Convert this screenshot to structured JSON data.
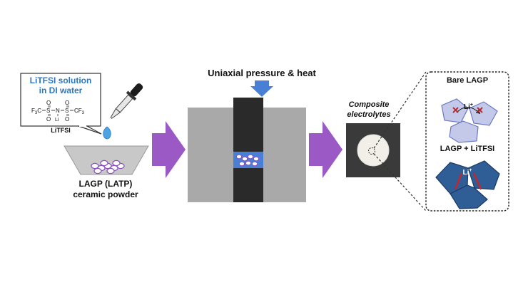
{
  "solution_box": {
    "line1": "LiTFSI solution",
    "line2": "in DI water",
    "formula": {
      "left": "F",
      "left_sub": "3",
      "left_c": "C",
      "s": "S",
      "n": "N",
      "li": "Li",
      "right_c": "C",
      "right_f": "F",
      "right_sub": "3",
      "o": "O"
    },
    "name": "LiTFSI"
  },
  "powder": {
    "line1": "LAGP (LATP)",
    "line2": "ceramic powder"
  },
  "press": {
    "title": "Uniaxial pressure & heat"
  },
  "sample": {
    "line1": "Composite",
    "line2": "electrolytes"
  },
  "inset": {
    "top_title": "Bare LAGP",
    "bottom_title": "LAGP + LiTFSI",
    "li_label": "Li",
    "li_charge": "+"
  },
  "colors": {
    "arrow_purple": "#9b59c6",
    "press_gray": "#a9a9a9",
    "press_dark": "#2a2a2a",
    "blue_accent": "#4a7fd6",
    "grain_top": "#c4c9ea",
    "grain_bottom": "#2f5d96",
    "title_blue": "#2a78c4",
    "red": "#d42020"
  }
}
